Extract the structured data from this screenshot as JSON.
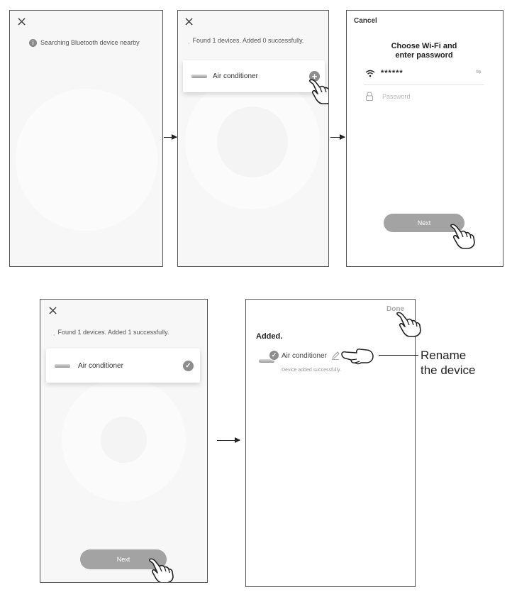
{
  "screen1": {
    "close_icon": "×",
    "status_text": "Searching Bluetooth device nearby"
  },
  "screen2": {
    "close_icon": "×",
    "status_text": "Found 1 devices. Added 0 successfully.",
    "device_label": "Air conditioner"
  },
  "screen3": {
    "cancel_label": "Cancel",
    "title": "Choose Wi-Fi and enter password",
    "wifi_name": "******",
    "password_placeholder": "Password",
    "next_label": "Next"
  },
  "screen4": {
    "close_icon": "×",
    "status_text": "Found 1 devices. Added 1 successfully.",
    "device_label": "Air conditioner",
    "next_label": "Next"
  },
  "screen5": {
    "done_label": "Done",
    "added_heading": "Added.",
    "device_label": "Air conditioner",
    "device_subtext": "Device added successfully.",
    "callout_line1": "Rename",
    "callout_line2": "the device"
  },
  "icons": [
    "close-icon",
    "info-icon",
    "plus-icon",
    "check-icon",
    "wifi-icon",
    "lock-icon",
    "pencil-icon",
    "pointing-hand-icon"
  ],
  "colors": {
    "button_gray": "#a3a3a3",
    "icon_gray": "#8d8d8d",
    "screen_bg": "#f7f7f7"
  }
}
